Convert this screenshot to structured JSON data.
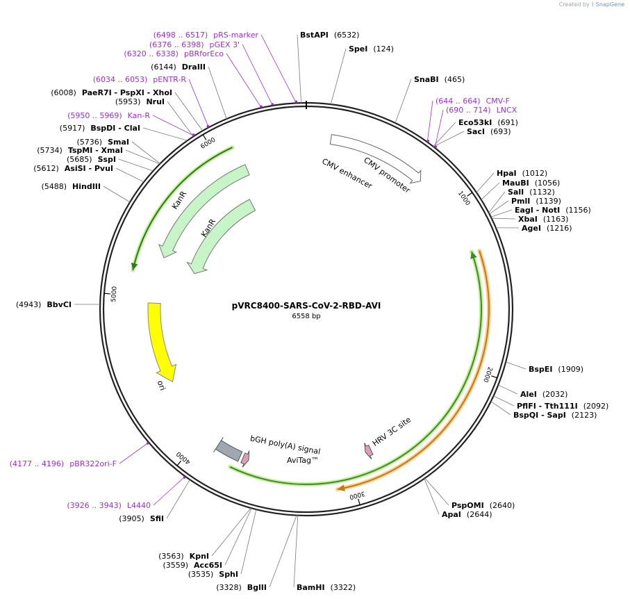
{
  "credit": {
    "prefix": "Created by",
    "brand": "SnapGene"
  },
  "plasmid": {
    "name": "pVRC8400-SARS-CoV-2-RBD-AVI",
    "length_label": "6558 bp",
    "length": 6558
  },
  "ticks": [
    {
      "bp": 1000,
      "label": "1000"
    },
    {
      "bp": 2000,
      "label": "2000"
    },
    {
      "bp": 3000,
      "label": "3000"
    },
    {
      "bp": 4000,
      "label": "4000"
    },
    {
      "bp": 5000,
      "label": "5000"
    },
    {
      "bp": 6000,
      "label": "6000"
    }
  ],
  "colors": {
    "site": "#000000",
    "primer": "#9b30c8",
    "backbone": "#222222",
    "cds_green": "#3f8a2a",
    "cds_orange": "#c8761a",
    "kanr_fill": "#c8f5c8",
    "ori_fill": "#ffff00",
    "cmv_fill": "#ffffff",
    "polya_fill": "#a0a7b0",
    "tag_fill": "#d9a0b8"
  },
  "sites": [
    {
      "id": "bstapi",
      "label": "BstAPI",
      "pos": "(6532)",
      "bp": 6532
    },
    {
      "id": "spei",
      "label": "SpeI",
      "pos": "(124)",
      "bp": 124
    },
    {
      "id": "snabi",
      "label": "SnaBI",
      "pos": "(465)",
      "bp": 465
    },
    {
      "id": "eco53ki",
      "label": "Eco53kI",
      "pos": "(691)",
      "bp": 691
    },
    {
      "id": "saci",
      "label": "SacI",
      "pos": "(693)",
      "bp": 693
    },
    {
      "id": "hpai",
      "label": "HpaI",
      "pos": "(1012)",
      "bp": 1012
    },
    {
      "id": "maubi",
      "label": "MauBI",
      "pos": "(1056)",
      "bp": 1056
    },
    {
      "id": "sali",
      "label": "SalI",
      "pos": "(1132)",
      "bp": 1132
    },
    {
      "id": "pmli",
      "label": "PmlI",
      "pos": "(1139)",
      "bp": 1139
    },
    {
      "id": "eagi-noti",
      "label": "EagI  - NotI",
      "pos": "(1156)",
      "bp": 1156
    },
    {
      "id": "xbai",
      "label": "XbaI",
      "pos": "(1163)",
      "bp": 1163
    },
    {
      "id": "agei",
      "label": "AgeI",
      "pos": "(1216)",
      "bp": 1216
    },
    {
      "id": "bspei",
      "label": "BspEI",
      "pos": "(1909)",
      "bp": 1909
    },
    {
      "id": "alei",
      "label": "AleI",
      "pos": "(2032)",
      "bp": 2032
    },
    {
      "id": "pflfi-tth111i",
      "label": "PflFI  - Tth111I",
      "pos": "(2092)",
      "bp": 2092
    },
    {
      "id": "bspqi-sapi",
      "label": "BspQI  - SapI",
      "pos": "(2123)",
      "bp": 2123
    },
    {
      "id": "pspomi",
      "label": "PspOMI",
      "pos": "(2640)",
      "bp": 2640
    },
    {
      "id": "apai",
      "label": "ApaI",
      "pos": "(2644)",
      "bp": 2644
    },
    {
      "id": "bamhi",
      "label": "BamHI",
      "pos": "(3322)",
      "bp": 3322
    },
    {
      "id": "bglii",
      "label": "BglII",
      "pos": "(3328)",
      "bp": 3328
    },
    {
      "id": "sphi",
      "label": "SphI",
      "pos": "(3535)",
      "bp": 3535
    },
    {
      "id": "acc65i",
      "label": "Acc65I",
      "pos": "(3559)",
      "bp": 3559
    },
    {
      "id": "kpni",
      "label": "KpnI",
      "pos": "(3563)",
      "bp": 3563
    },
    {
      "id": "sfii",
      "label": "SfiI",
      "pos": "(3905)",
      "bp": 3905
    },
    {
      "id": "bbvci",
      "label": "BbvCI",
      "pos": "(4943)",
      "bp": 4943
    },
    {
      "id": "hindiii",
      "label": "HindIII",
      "pos": "(5488)",
      "bp": 5488
    },
    {
      "id": "asisi-pvui",
      "label": "AsiSI  - PvuI",
      "pos": "(5612)",
      "bp": 5612
    },
    {
      "id": "sspi",
      "label": "SspI",
      "pos": "(5685)",
      "bp": 5685
    },
    {
      "id": "tspmi-xmai",
      "label": "TspMI  - XmaI",
      "pos": "(5734)",
      "bp": 5734
    },
    {
      "id": "smai",
      "label": "SmaI",
      "pos": "(5736)",
      "bp": 5736
    },
    {
      "id": "bspdi-clai",
      "label": "BspDI  - ClaI",
      "pos": "(5917)",
      "bp": 5917
    },
    {
      "id": "nrui",
      "label": "NruI",
      "pos": "(5953)",
      "bp": 5953
    },
    {
      "id": "paer7i-pspxi-xhoi",
      "label": "PaeR7I  - PspXI  - XhoI",
      "pos": "(6008)",
      "bp": 6008
    },
    {
      "id": "draiii",
      "label": "DraIII",
      "pos": "(6144)",
      "bp": 6144
    }
  ],
  "primers": [
    {
      "id": "prs-marker",
      "label": "pRS-marker",
      "pos": "(6498 .. 6517)",
      "bp": 6507
    },
    {
      "id": "pgex-3",
      "label": "pGEX 3'",
      "pos": "(6376 .. 6398)",
      "bp": 6387
    },
    {
      "id": "pbrforeco",
      "label": "pBRforEco",
      "pos": "(6320 .. 6338)",
      "bp": 6329
    },
    {
      "id": "pentr-r",
      "label": "pENTR-R",
      "pos": "(6034 .. 6053)",
      "bp": 6043
    },
    {
      "id": "kan-r",
      "label": "Kan-R",
      "pos": "(5950 .. 5969)",
      "bp": 5959
    },
    {
      "id": "cmv-f",
      "label": "CMV-F",
      "pos": "(644 .. 664)",
      "bp": 654
    },
    {
      "id": "lncx",
      "label": "LNCX",
      "pos": "(690 .. 714)",
      "bp": 702
    },
    {
      "id": "pbr322ori-f",
      "label": "pBR322ori-F",
      "pos": "(4177 .. 4196)",
      "bp": 4186
    },
    {
      "id": "l4440",
      "label": "L4440",
      "pos": "(3926 .. 3943)",
      "bp": 3934
    }
  ],
  "features": [
    {
      "id": "cmv-enhancer",
      "label": "CMV enhancer"
    },
    {
      "id": "cmv-promoter",
      "label": "CMV promoter"
    },
    {
      "id": "kanr",
      "label": "KanR"
    },
    {
      "id": "ori",
      "label": "ori"
    },
    {
      "id": "bgh-polya",
      "label": "bGH poly(A) signal"
    },
    {
      "id": "avitag",
      "label": "AviTag™"
    },
    {
      "id": "hrv-3c",
      "label": "HRV 3C site"
    }
  ]
}
